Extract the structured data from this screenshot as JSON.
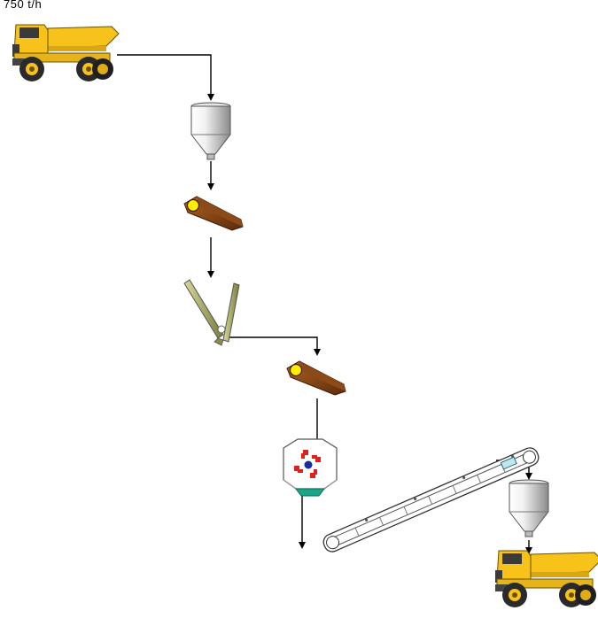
{
  "diagram": {
    "capacity_label": "750 t/h",
    "nodes": [
      {
        "id": "haul-truck-feed",
        "icon": "dump-truck-icon"
      },
      {
        "id": "feed-hopper",
        "icon": "hopper-icon"
      },
      {
        "id": "apron-feeder-1",
        "icon": "feeder-icon"
      },
      {
        "id": "jaw-crusher",
        "icon": "jaw-crusher-icon"
      },
      {
        "id": "apron-feeder-2",
        "icon": "feeder-icon"
      },
      {
        "id": "impact-crusher",
        "icon": "impact-crusher-icon"
      },
      {
        "id": "belt-conveyor",
        "icon": "belt-conveyor-icon"
      },
      {
        "id": "product-bin",
        "icon": "hopper-icon"
      },
      {
        "id": "haul-truck-product",
        "icon": "dump-truck-icon"
      }
    ],
    "colors": {
      "truck_body": "#f7c21a",
      "truck_dark": "#3a3a3a",
      "feeder": "#7a3f12",
      "feeder_light": "#b3621f",
      "indicator": "#ffee00",
      "crusher_jaw": "#a9a95a",
      "impact_rotor": "#e0201a",
      "impact_hub": "#1a2aa0",
      "impact_outlet": "#1aa58a",
      "hopper_light": "#f2f2f2",
      "hopper_dark": "#8a8a8a",
      "line": "#000000"
    }
  }
}
